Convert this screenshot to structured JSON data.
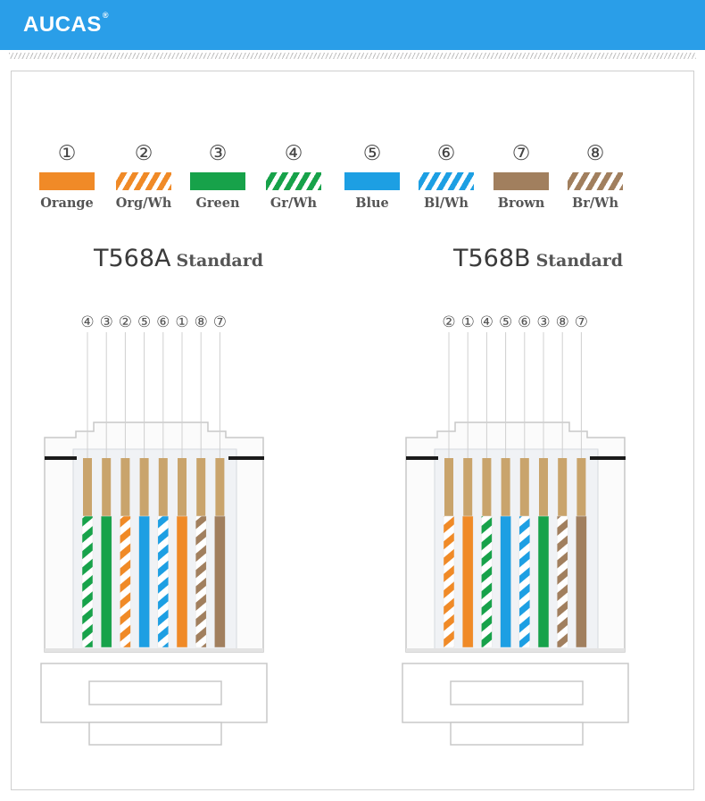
{
  "brand": {
    "name": "AUCAS",
    "mark": "®"
  },
  "colors": {
    "header_bar": "#2a9ee8",
    "orange": "#f08a27",
    "green": "#17a24a",
    "blue": "#1d9fe3",
    "brown": "#a17f5e",
    "contact_gold": "#c9a46c"
  },
  "legend": [
    {
      "num": "①",
      "label": "Orange",
      "color": "orange",
      "striped": false
    },
    {
      "num": "②",
      "label": "Org/Wh",
      "color": "orange",
      "striped": true
    },
    {
      "num": "③",
      "label": "Green",
      "color": "green",
      "striped": false
    },
    {
      "num": "④",
      "label": "Gr/Wh",
      "color": "green",
      "striped": true
    },
    {
      "num": "⑤",
      "label": "Blue",
      "color": "blue",
      "striped": false
    },
    {
      "num": "⑥",
      "label": "Bl/Wh",
      "color": "blue",
      "striped": true
    },
    {
      "num": "⑦",
      "label": "Brown",
      "color": "brown",
      "striped": false
    },
    {
      "num": "⑧",
      "label": "Br/Wh",
      "color": "brown",
      "striped": true
    }
  ],
  "standards": [
    {
      "code": "T568A",
      "word": "Standard",
      "pin_order": [
        "④",
        "③",
        "②",
        "⑤",
        "⑥",
        "①",
        "⑧",
        "⑦"
      ]
    },
    {
      "code": "T568B",
      "word": "Standard",
      "pin_order": [
        "②",
        "①",
        "④",
        "⑤",
        "⑥",
        "③",
        "⑧",
        "⑦"
      ]
    }
  ]
}
